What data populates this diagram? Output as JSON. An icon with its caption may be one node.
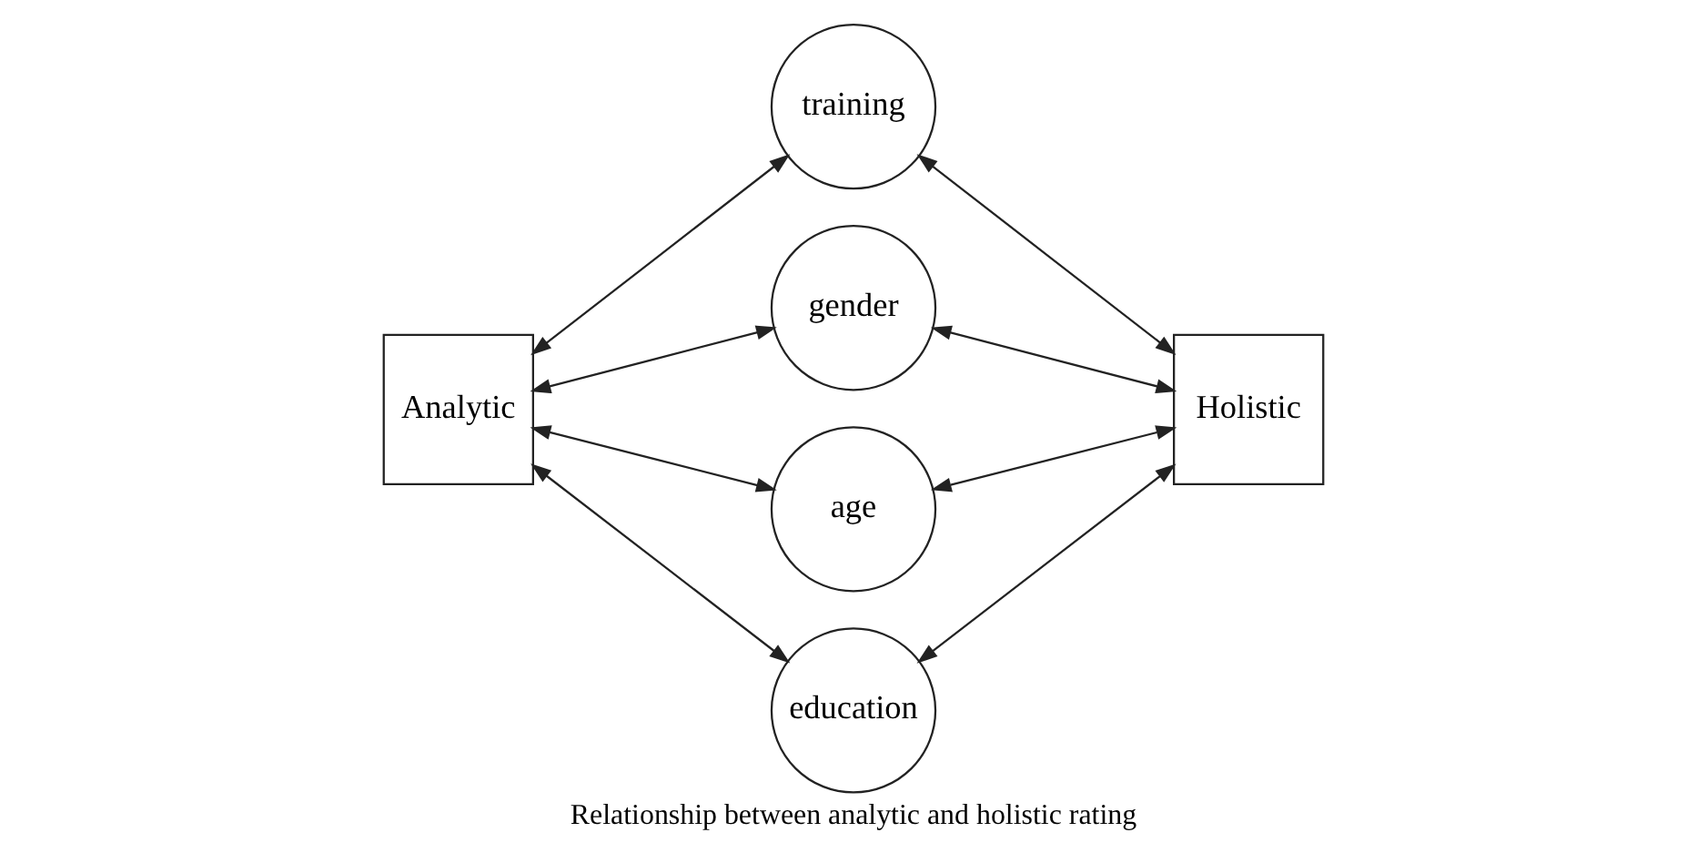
{
  "diagram": {
    "caption": "Relationship between analytic and holistic rating",
    "nodes": [
      {
        "text": [
          "Analytic"
        ]
      },
      {
        "text": [
          "training"
        ]
      },
      {
        "text": [
          "gender"
        ]
      },
      {
        "text": [
          "age"
        ]
      },
      {
        "text": [
          "education"
        ]
      },
      {
        "text": [
          "Holistic"
        ]
      }
    ],
    "edges": [
      {
        "from": 0,
        "to": 1,
        "arrow": "both"
      },
      {
        "from": 1,
        "to": 5,
        "arrow": "both"
      },
      {
        "from": 0,
        "to": 2,
        "arrow": "both"
      },
      {
        "from": 2,
        "to": 5,
        "arrow": "both"
      },
      {
        "from": 0,
        "to": 3,
        "arrow": "both"
      },
      {
        "from": 3,
        "to": 5,
        "arrow": "both"
      },
      {
        "from": 0,
        "to": 4,
        "arrow": "both"
      },
      {
        "from": 4,
        "to": 5,
        "arrow": "both"
      }
    ]
  }
}
